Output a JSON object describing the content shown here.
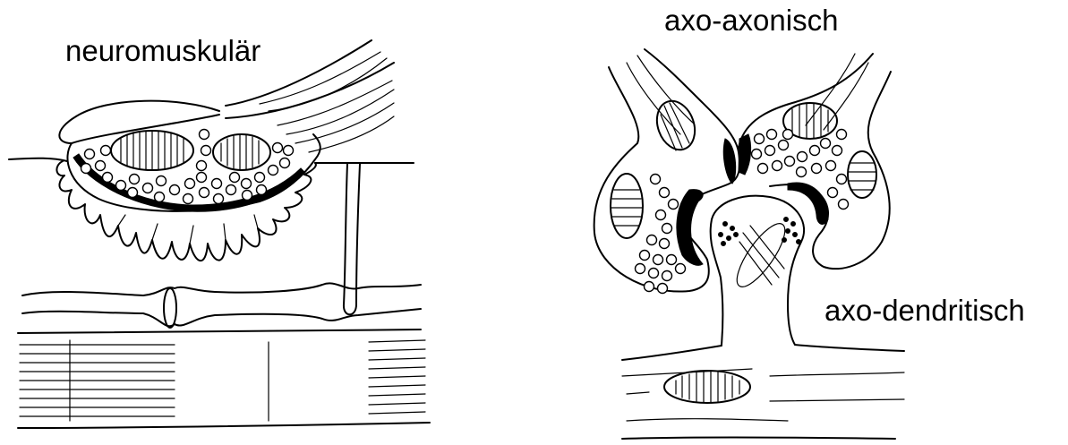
{
  "labels": {
    "neuromuscular": "neuromuskulär",
    "axo_axonic": "axo-axonisch",
    "axo_dendritic": "axo-dendritisch"
  },
  "colors": {
    "ink": "#000000",
    "background": "#ffffff"
  }
}
